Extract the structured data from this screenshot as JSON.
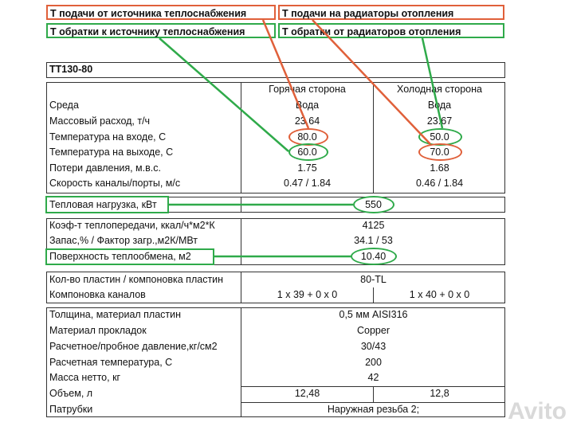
{
  "callouts": {
    "supply_source": "Т подачи от источника теплоснабжения",
    "supply_radiators": "Т подачи на радиаторы отопления",
    "return_source": "Т обратки к источнику теплоснабжения",
    "return_radiators": "Т обратки от радиаторов отопления"
  },
  "model": "ТТ130-80",
  "headers": {
    "hot": "Горячая сторона",
    "cold": "Холодная сторона"
  },
  "rows1": [
    {
      "label": "Среда",
      "hot": "Вода",
      "cold": "Вода"
    },
    {
      "label": "Массовый расход, т/ч",
      "hot": "23.64",
      "cold": "23.67"
    },
    {
      "label": "Температура на входе, С",
      "hot": "80.0",
      "cold": "50.0"
    },
    {
      "label": "Температура на выходе, С",
      "hot": "60.0",
      "cold": "70.0"
    },
    {
      "label": "Потери давления, м.в.с.",
      "hot": "1.75",
      "cold": "1.68"
    },
    {
      "label": "Скорость каналы/порты, м/с",
      "hot": "0.47 / 1.84",
      "cold": "0.46 / 1.84"
    }
  ],
  "heat_load": {
    "label": "Тепловая нагрузка, кВт",
    "value": "550"
  },
  "rows3": [
    {
      "label": "Коэф-т теплопередачи, ккал/ч*м2*К",
      "value": "4125"
    },
    {
      "label": "Запас,% / Фактор загр.,м2К/МВт",
      "value": "34.1 / 53"
    },
    {
      "label": "Поверхность теплообмена, м2",
      "value": "10.40"
    }
  ],
  "rows4": {
    "plates": {
      "label": "Кол-во пластин / компоновка пластин",
      "value": "80-TL"
    },
    "channels": {
      "label": "Компоновка каналов",
      "hot": "1 х 39 + 0 х 0",
      "cold": "1 х 40 + 0 х 0"
    }
  },
  "rows5": [
    {
      "label": "Толщина, материал пластин",
      "value": "0,5 мм  AISI316"
    },
    {
      "label": "Материал прокладок",
      "value": "Copper"
    },
    {
      "label": "Расчетное/пробное давление,кг/см2",
      "value": "30/43"
    },
    {
      "label": "Расчетная температура, С",
      "value": "200"
    },
    {
      "label": "Масса нетто, кг",
      "value": "42"
    }
  ],
  "volume": {
    "label": "Объем, л",
    "hot": "12,48",
    "cold": "12,8"
  },
  "nozzles": {
    "label": "Патрубки",
    "value": "Наружная резьба 2;"
  },
  "watermark": "Avito",
  "colors": {
    "red": "#e0603a",
    "green": "#2faa4a"
  }
}
